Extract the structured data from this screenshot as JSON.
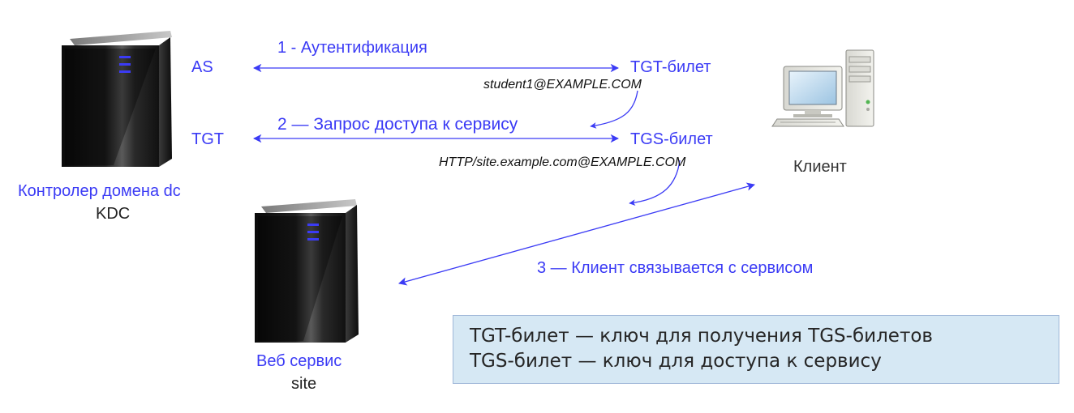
{
  "colors": {
    "label_blue": "#3b3bf5",
    "arrow_blue": "#3b3bf5",
    "note_bg": "#d6e8f4",
    "note_border": "#9fb7d8"
  },
  "icons": {
    "kdc": "server-tower-icon",
    "web": "server-tower-icon",
    "client": "desktop-computer-icon"
  },
  "kdc": {
    "name": "Контролер домена dc",
    "role": "KDC",
    "as_label": "AS",
    "tgt_label": "TGT"
  },
  "web_service": {
    "name": "Веб сервис",
    "host": "site"
  },
  "client": {
    "name": "Клиент"
  },
  "steps": {
    "step1": "1 - Аутентификация",
    "step2": "2 — Запрос доступа к сервису",
    "step3": "3 — Клиент связывается с сервисом"
  },
  "tickets": {
    "tgt": "TGT-билет",
    "tgt_principal": "student1@EXAMPLE.COM",
    "tgs": "TGS-билет",
    "tgs_principal": "HTTP/site.example.com@EXAMPLE.COM"
  },
  "note": {
    "line1": "TGT-билет — ключ для получения TGS-билетов",
    "line2": "TGS-билет — ключ для доступа к сервису"
  }
}
